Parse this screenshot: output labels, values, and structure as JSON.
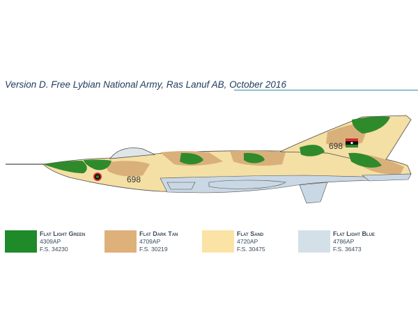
{
  "title": "Version D. Free Lybian National Army, Ras Lanuf AB, October 2016",
  "aircraft": {
    "serial_nose": "698",
    "serial_tail": "698",
    "colors": {
      "green": "#2f8a2c",
      "tan": "#d9b07a",
      "sand": "#f4dfa4",
      "blue": "#c9d8e4",
      "outline": "#4a4a4a"
    },
    "flag_colors": {
      "red": "#d62b2b",
      "black": "#111111",
      "green": "#2d8a34",
      "white": "#ffffff"
    }
  },
  "paints": [
    {
      "name": "Flat Light Green",
      "code": "4309AP",
      "fs": "F.S. 34230",
      "color": "#1e8a2a"
    },
    {
      "name": "Flat Dark Tan",
      "code": "4709AP",
      "fs": "F.S. 30219",
      "color": "#deb07a"
    },
    {
      "name": "Flat Sand",
      "code": "4720AP",
      "fs": "F.S. 30475",
      "color": "#fbe3a6"
    },
    {
      "name": "Flat Light Blue",
      "code": "4786AP",
      "fs": "F.S. 36473",
      "color": "#d3e0e8"
    }
  ]
}
